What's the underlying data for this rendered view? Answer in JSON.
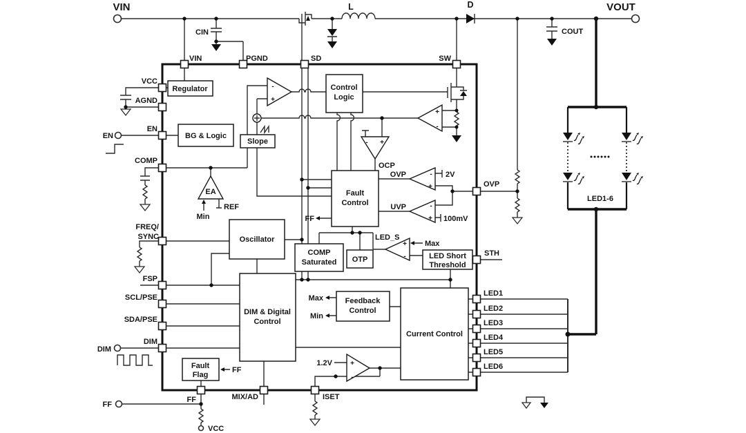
{
  "diagram": {
    "external": {
      "vin": "VIN",
      "vout": "VOUT",
      "cin": "CIN",
      "cout": "COUT",
      "inductor": "L",
      "diode": "D",
      "en": "EN",
      "dim": "DIM",
      "ff": "FF",
      "vcc_pullup": "VCC",
      "led_string": "LED1-6"
    },
    "pins": {
      "vin": "VIN",
      "pgnd": "PGND",
      "sd": "SD",
      "sw": "SW",
      "vcc": "VCC",
      "agnd": "AGND",
      "en": "EN",
      "comp": "COMP",
      "freq_l1": "FREQ/",
      "freq_l2": "SYNC",
      "fsp": "FSP",
      "scl": "SCL/PSE",
      "sda": "SDA/PSE",
      "dim": "DIM",
      "ovp": "OVP",
      "sth": "STH",
      "led1": "LED1",
      "led2": "LED2",
      "led3": "LED3",
      "led4": "LED4",
      "led5": "LED5",
      "led6": "LED6",
      "ff": "FF",
      "mixad": "MIX/AD",
      "iset": "ISET"
    },
    "blocks": {
      "regulator": "Regulator",
      "bg_logic": "BG & Logic",
      "slope": "Slope",
      "control_logic_l1": "Control",
      "control_logic_l2": "Logic",
      "fault_control_l1": "Fault",
      "fault_control_l2": "Control",
      "oscillator": "Oscillator",
      "comp_saturated_l1": "COMP",
      "comp_saturated_l2": "Saturated",
      "otp": "OTP",
      "led_short_l1": "LED Short",
      "led_short_l2": "Threshold",
      "dim_digital_l1": "DIM & Digital",
      "dim_digital_l2": "Control",
      "feedback_l1": "Feedback",
      "feedback_l2": "Control",
      "current_control": "Current Control",
      "fault_flag_l1": "Fault",
      "fault_flag_l2": "Flag"
    },
    "signals": {
      "ea": "EA",
      "ea_min": "Min",
      "ea_ref": "REF",
      "ocp": "OCP",
      "ovp": "OVP",
      "uvp": "UVP",
      "led_s": "LED_S",
      "ref_2v": "2V",
      "ref_100mv": "100mV",
      "ref_1v2": "1.2V",
      "max_led": "Max",
      "fb_max": "Max",
      "fb_min": "Min",
      "ff_fault": "FF",
      "ff_flag": "FF",
      "plus": "+",
      "minus": "-"
    }
  }
}
